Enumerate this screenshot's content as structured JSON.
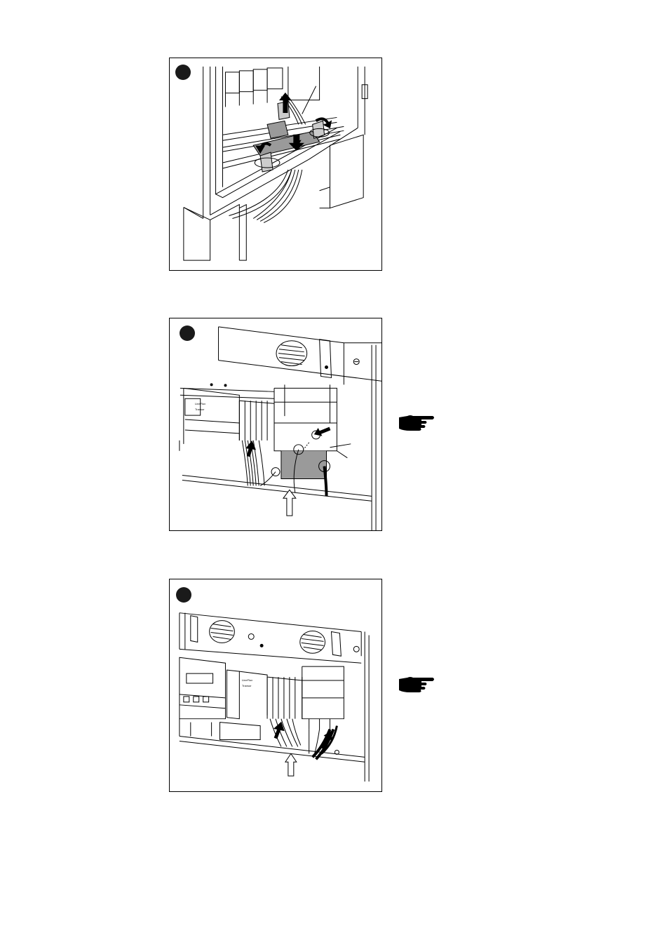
{
  "figures": [
    {
      "step_marker": "filled-circle"
    },
    {
      "step_marker": "filled-circle",
      "labels": [
        "LineFlux",
        "Traxsor"
      ]
    },
    {
      "step_marker": "filled-circle",
      "labels": [
        "LineFlux",
        "Traxsor"
      ]
    }
  ],
  "notes": [
    {
      "icon": "pointing-hand-icon"
    },
    {
      "icon": "pointing-hand-icon"
    }
  ],
  "colors": {
    "line": "#000000",
    "shade": "#9a9a9a",
    "dark": "#1a1a1a"
  }
}
